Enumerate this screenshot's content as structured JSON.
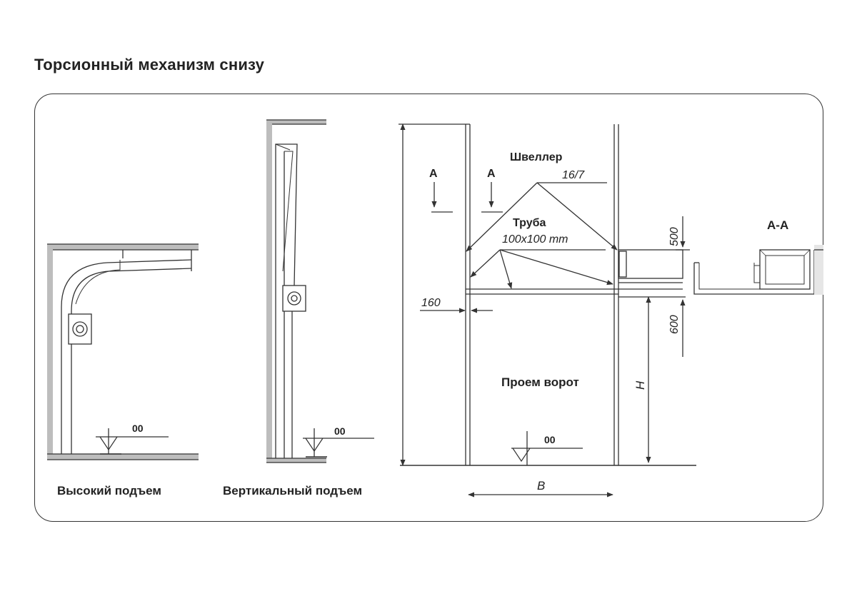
{
  "title": "Торсионный механизм снизу",
  "high_lift": {
    "caption": "Высокий подъем",
    "level_mark": "00"
  },
  "vertical_lift": {
    "caption": "Вертикальный подъем",
    "level_mark": "00"
  },
  "front_view": {
    "section_mark_left": "A",
    "section_mark_right": "A",
    "channel_label": "Швеллер",
    "channel_size": "16/7",
    "tube_label": "Труба",
    "tube_size": "100x100 mm",
    "dim_side": "160",
    "dim_top": "500",
    "dim_lintel": "600",
    "height_symbol": "H",
    "width_symbol": "B",
    "opening_label": "Проем ворот",
    "level_mark": "00"
  },
  "section": {
    "title": "A-A"
  },
  "colors": {
    "line": "#333333",
    "fill_grey": "#bdbdbd",
    "light_grey": "#e6e6e6"
  }
}
